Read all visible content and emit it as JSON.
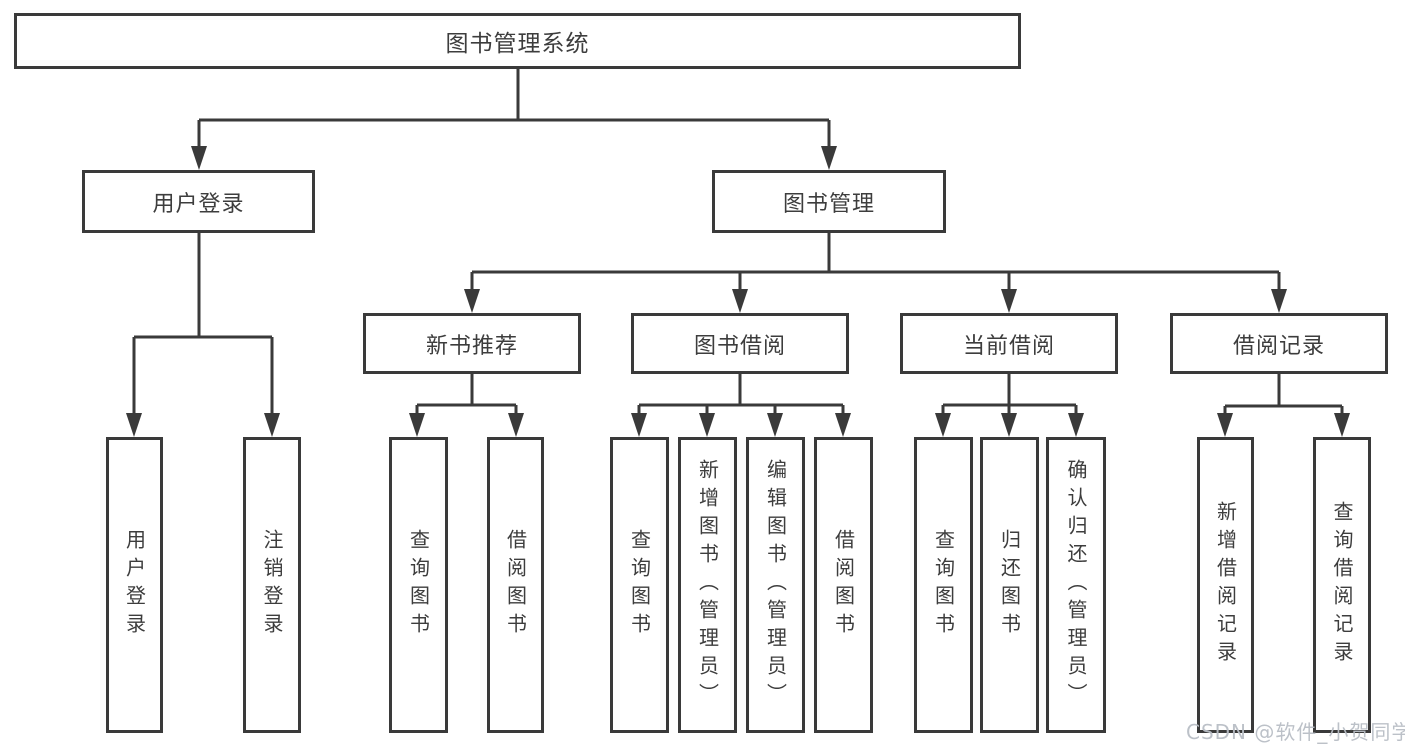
{
  "diagram": {
    "line_color": "#3a3a3a",
    "box_border_color": "#3a3a3a",
    "text_color": "#3d3d3d",
    "watermark_color": "#b9bec6"
  },
  "tree": {
    "root": {
      "label": "图书管理系统"
    },
    "branches": [
      {
        "label": "用户登录",
        "children": [
          {
            "label": "用户登录"
          },
          {
            "label": "注销登录"
          }
        ]
      },
      {
        "label": "图书管理",
        "children": [
          {
            "label": "新书推荐",
            "children": [
              {
                "label": "查询图书"
              },
              {
                "label": "借阅图书"
              }
            ]
          },
          {
            "label": "图书借阅",
            "children": [
              {
                "label": "查询图书"
              },
              {
                "label": "新增图书（管理员）"
              },
              {
                "label": "编辑图书（管理员）"
              },
              {
                "label": "借阅图书"
              }
            ]
          },
          {
            "label": "当前借阅",
            "children": [
              {
                "label": "查询图书"
              },
              {
                "label": "归还图书"
              },
              {
                "label": "确认归还（管理员）"
              }
            ]
          },
          {
            "label": "借阅记录",
            "children": [
              {
                "label": "新增借阅记录"
              },
              {
                "label": "查询借阅记录"
              }
            ]
          }
        ]
      }
    ]
  },
  "watermark": "CSDN @软件_小贺同学"
}
